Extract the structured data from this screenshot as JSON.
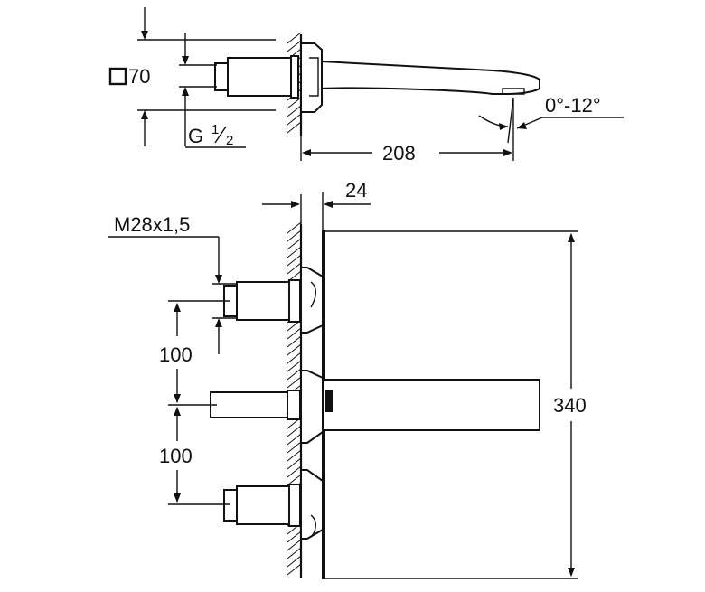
{
  "drawing": {
    "top_view": {
      "square_symbol": "□",
      "square_size": "70",
      "thread_prefix": "G",
      "thread_num": "1",
      "thread_den": "2",
      "spout_length": "208",
      "tilt_range": "0°-12°"
    },
    "front_view": {
      "plate_offset": "24",
      "thread_spec": "M28x1,5",
      "spacing_upper": "100",
      "spacing_lower": "100",
      "plate_height": "340"
    },
    "colors": {
      "ink": "#111111",
      "background": "#ffffff"
    }
  }
}
